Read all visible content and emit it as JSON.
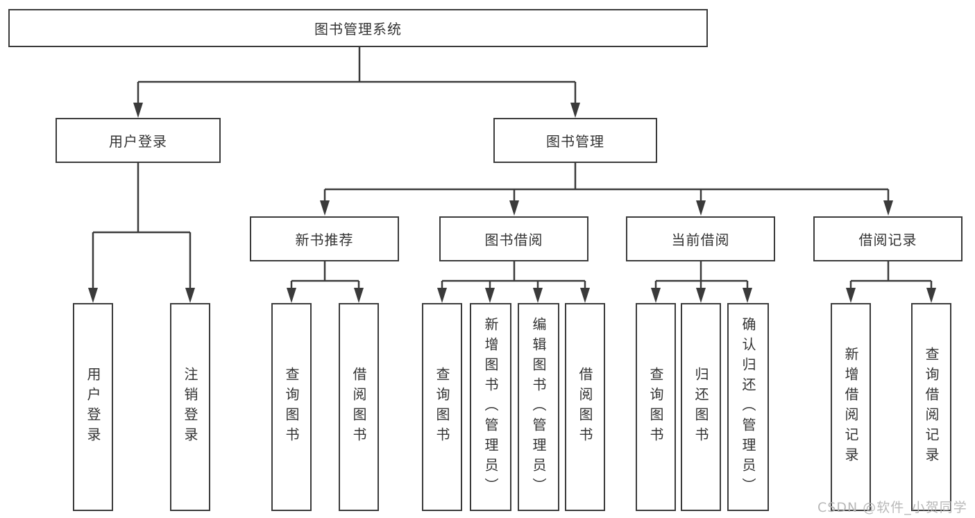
{
  "diagram": {
    "title": "图书管理系统",
    "root": {
      "label": "图书管理系统"
    },
    "level2": [
      {
        "label": "用户登录"
      },
      {
        "label": "图书管理"
      }
    ],
    "level3": [
      {
        "label": "新书推荐"
      },
      {
        "label": "图书借阅"
      },
      {
        "label": "当前借阅"
      },
      {
        "label": "借阅记录"
      }
    ],
    "leaves": [
      {
        "label": "用户登录",
        "parent": "用户登录"
      },
      {
        "label": "注销登录",
        "parent": "用户登录"
      },
      {
        "label": "查询图书",
        "parent": "新书推荐"
      },
      {
        "label": "借阅图书",
        "parent": "新书推荐"
      },
      {
        "label": "查询图书",
        "parent": "图书借阅"
      },
      {
        "label": "新增图书（管理员）",
        "parent": "图书借阅"
      },
      {
        "label": "编辑图书（管理员）",
        "parent": "图书借阅"
      },
      {
        "label": "借阅图书",
        "parent": "图书借阅"
      },
      {
        "label": "查询图书",
        "parent": "当前借阅"
      },
      {
        "label": "归还图书",
        "parent": "当前借阅"
      },
      {
        "label": "确认归还（管理员）",
        "parent": "当前借阅"
      },
      {
        "label": "新增借阅记录",
        "parent": "借阅记录"
      },
      {
        "label": "查询借阅记录",
        "parent": "借阅记录"
      }
    ]
  },
  "watermark": {
    "text": "CSDN @软件_小贺同学"
  },
  "colors": {
    "line": "#3a3a3a",
    "text": "#333333",
    "background": "#ffffff",
    "watermark": "#b3b3b3"
  }
}
